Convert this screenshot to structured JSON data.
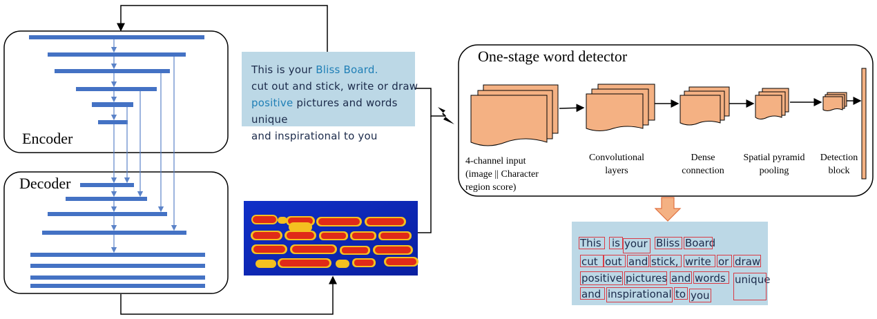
{
  "labels": {
    "encoder": "Encoder",
    "decoder": "Decoder",
    "detector_title": "One-stage word detector",
    "stage_input": [
      "4-channel input",
      "(image || Character",
      "region score)"
    ],
    "stage_conv": [
      "Convolutional",
      "layers"
    ],
    "stage_dense": [
      "Dense",
      "connection"
    ],
    "stage_spp": [
      "Spatial pyramid",
      "pooling"
    ],
    "stage_detect": [
      "Detection",
      "block"
    ]
  },
  "input_photo": {
    "lines": [
      [
        "This is your ",
        "Bliss Board."
      ],
      [
        "cut out and stick, write or draw"
      ],
      [
        "positive",
        " pictures and words unique"
      ],
      [
        "and inspirational to you"
      ]
    ]
  },
  "output_words": [
    "This",
    "is",
    "your",
    "Bliss",
    "Board",
    "cut",
    "out",
    "and",
    "stick,",
    "write",
    "or",
    "draw",
    "positive",
    "pictures",
    "and",
    "words",
    "unique",
    "and",
    "inspirational",
    "to",
    "you"
  ],
  "colors": {
    "encoder_bar": "#4472c4",
    "arrow_blue": "#5b83c8",
    "block_fill": "#f4b183",
    "output_arrow": "#f4a074",
    "box_red": "#d93a44",
    "photo_bg": "#bcd8e6"
  },
  "icons": [
    "lightning-icon",
    "down-arrow-icon"
  ]
}
